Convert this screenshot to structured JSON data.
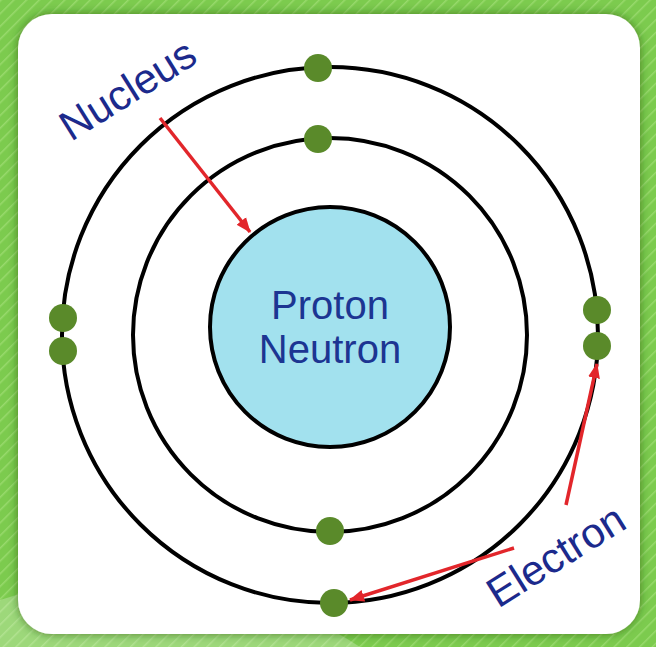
{
  "diagram": {
    "nodes": [
      {
        "text": [
          "Proton",
          "Neutron"
        ]
      }
    ],
    "labels": [
      "Nucleus",
      "Electron"
    ]
  }
}
